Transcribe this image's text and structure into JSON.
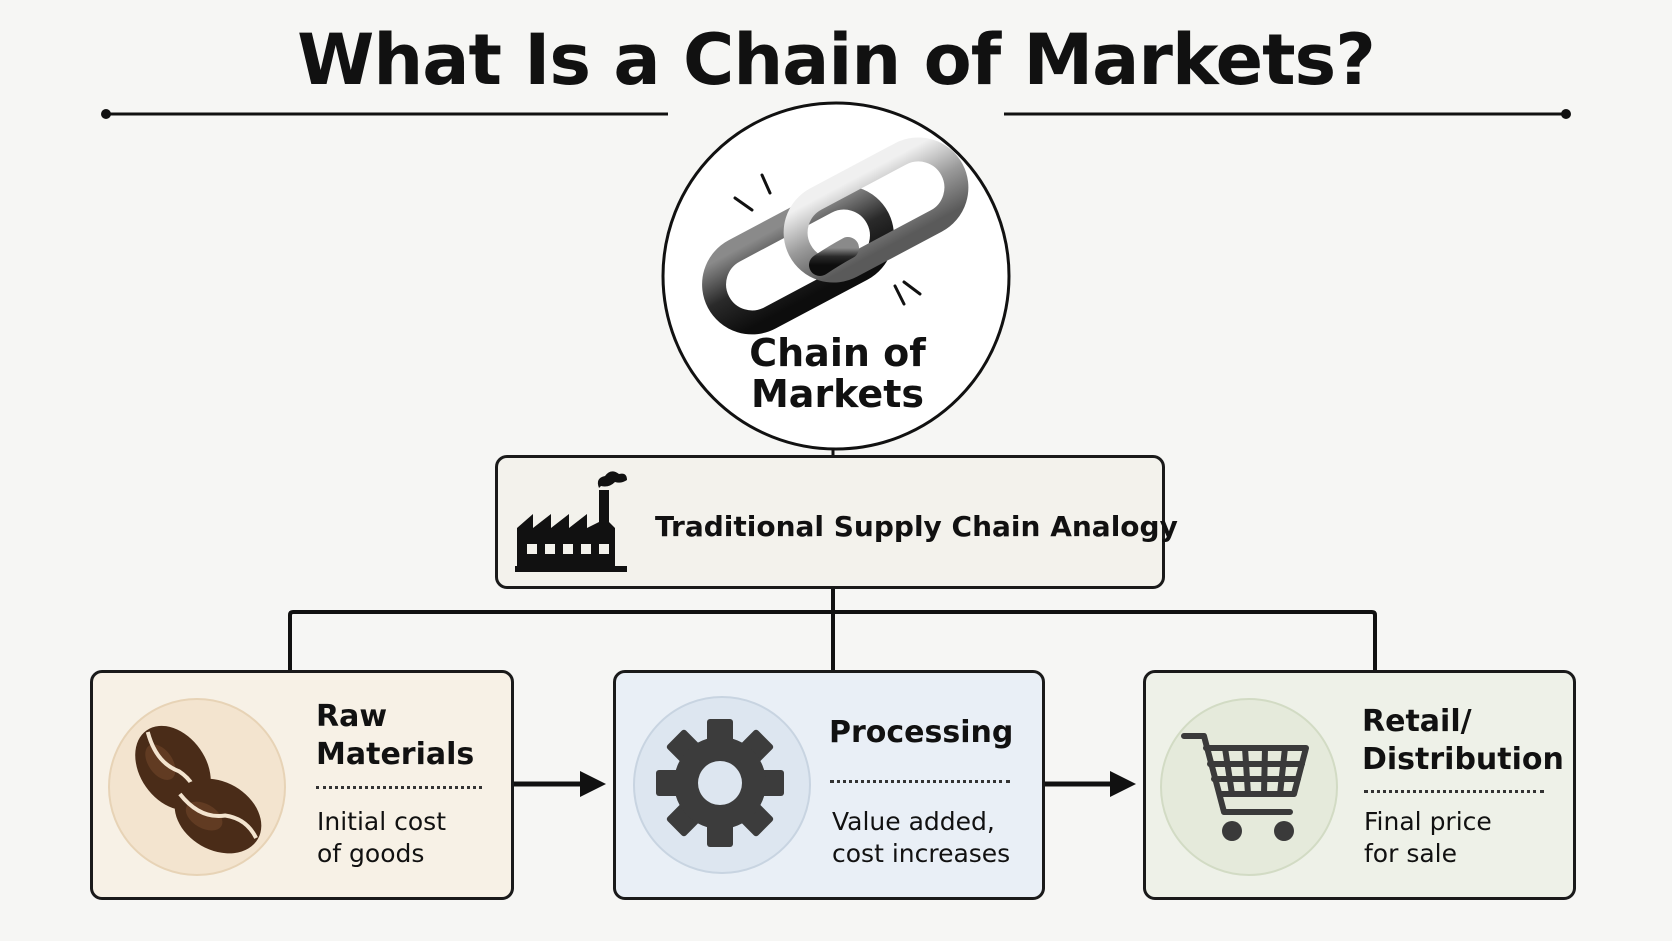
{
  "title": "What Is a Chain of Markets?",
  "hub": {
    "label_line1": "Chain of",
    "label_line2": "Markets",
    "icon": "chain-link-icon"
  },
  "analogy": {
    "label": "Traditional Supply Chain Analogy",
    "icon": "factory-icon"
  },
  "stages": [
    {
      "title_line1": "Raw",
      "title_line2": "Materials",
      "desc_line1": "Initial cost",
      "desc_line2": "of goods",
      "icon": "coffee-beans-icon",
      "color": "#f7f1e6"
    },
    {
      "title_line1": "Processing",
      "title_line2": "",
      "desc_line1": "Value added,",
      "desc_line2": "cost increases",
      "icon": "gear-icon",
      "color": "#e9eff6"
    },
    {
      "title_line1": "Retail/",
      "title_line2": "Distribution",
      "desc_line1": "Final price",
      "desc_line2": "for sale",
      "icon": "shopping-cart-icon",
      "color": "#eef1e8"
    }
  ]
}
